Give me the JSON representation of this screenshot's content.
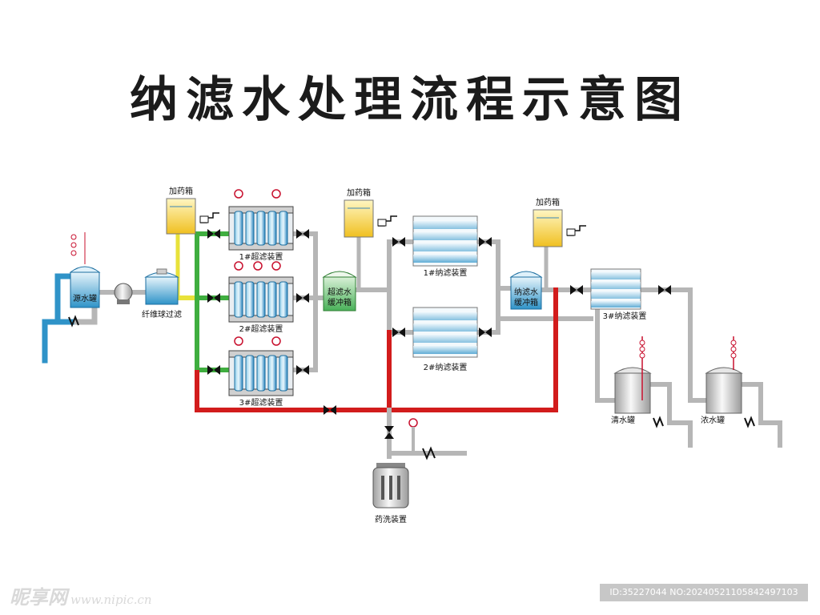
{
  "title": "纳滤水处理流程示意图",
  "labels": {
    "source_tank": "源水罐",
    "fiber_filter": "纤维球过滤",
    "dosing_1": "加药箱",
    "dosing_2": "加药箱",
    "dosing_3": "加药箱",
    "uf_1": "1#超滤装置",
    "uf_2": "2#超滤装置",
    "uf_3": "3#超滤装置",
    "uf_buffer_line1": "超滤水",
    "uf_buffer_line2": "缓冲箱",
    "nf_1": "1#纳滤装置",
    "nf_2": "2#纳滤装置",
    "nf_3": "3#纳滤装置",
    "nf_buffer_line1": "纳滤水",
    "nf_buffer_line2": "缓冲箱",
    "clean_tank": "清水罐",
    "conc_tank": "浓水罐",
    "cip_unit": "药洗装置"
  },
  "watermark": {
    "site": "昵享网",
    "url": "www.nipic.cn",
    "id_text": "ID:35227044 NO:20240521105842497103"
  },
  "colors": {
    "water": "#2f93c8",
    "pipe_gray": "#b6b6b6",
    "pipe_red": "#d21c1c",
    "pipe_green": "#3fae3f",
    "pipe_yellow": "#e8e23a",
    "chemical": "#f2d13a",
    "uf_buffer_fill": "#6cc07a"
  }
}
